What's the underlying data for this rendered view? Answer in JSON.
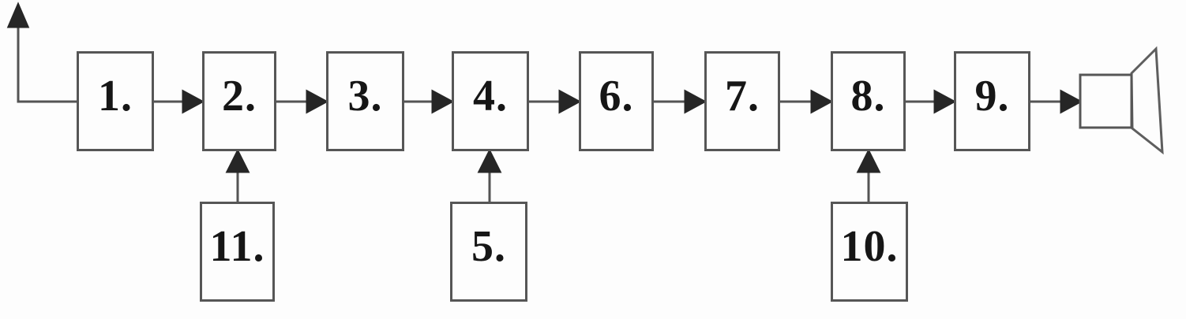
{
  "diagram": {
    "background_color": "#fdfdfd",
    "box_border_color": "#565656",
    "wire_color": "#545454",
    "arrowhead_color": "#262626",
    "text_color": "#161616",
    "main_boxes": [
      {
        "label": "1."
      },
      {
        "label": "2."
      },
      {
        "label": "3."
      },
      {
        "label": "4."
      },
      {
        "label": "6."
      },
      {
        "label": "7."
      },
      {
        "label": "8."
      },
      {
        "label": "9."
      }
    ],
    "feeder_boxes": [
      {
        "label": "11.",
        "feeds": "2."
      },
      {
        "label": "5.",
        "feeds": "4."
      },
      {
        "label": "10.",
        "feeds": "8."
      }
    ],
    "icons": {
      "input": "antenna-icon",
      "output": "speaker-icon"
    },
    "flow": [
      "antenna",
      "1.",
      "2.",
      "3.",
      "4.",
      "6.",
      "7.",
      "8.",
      "9.",
      "speaker"
    ]
  }
}
